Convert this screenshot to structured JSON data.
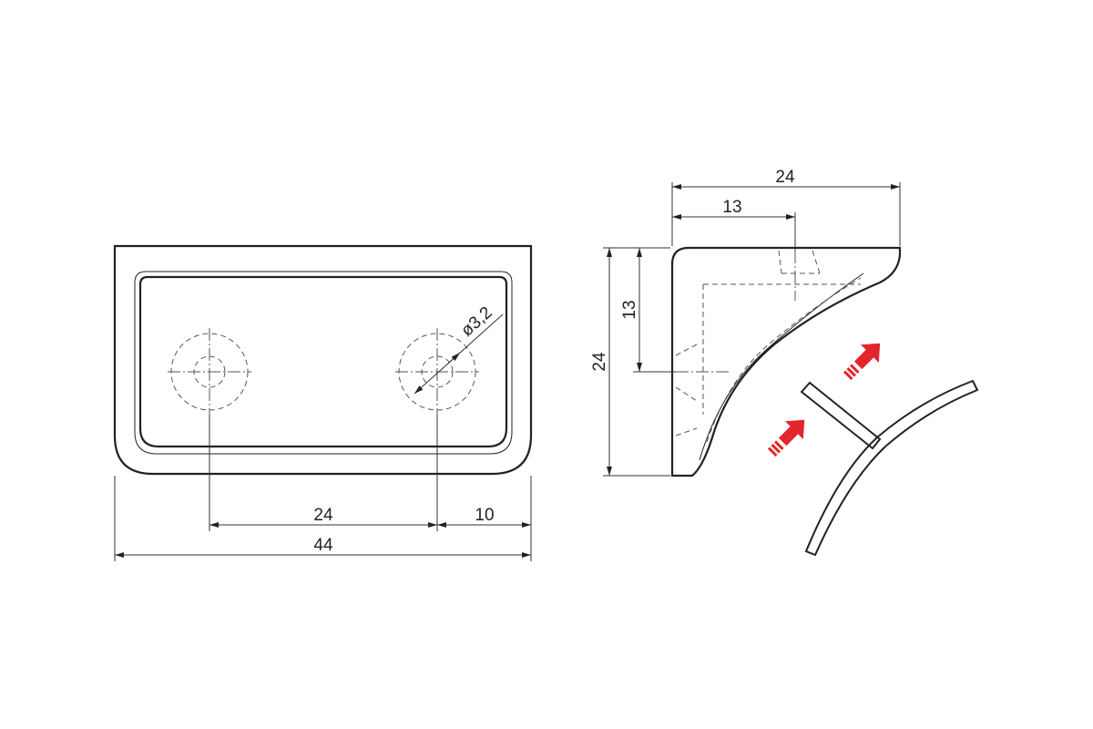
{
  "front_view": {
    "dim_hole_spacing": "24",
    "dim_edge_offset": "10",
    "dim_total_length": "44",
    "dim_hole_diameter": "ø3,2"
  },
  "side_view": {
    "dim_total_width": "24",
    "dim_inner_width": "13",
    "dim_total_height": "24",
    "dim_inner_height": "13"
  },
  "colors": {
    "line": "#222222",
    "accent_arrows": "#e3262b"
  }
}
